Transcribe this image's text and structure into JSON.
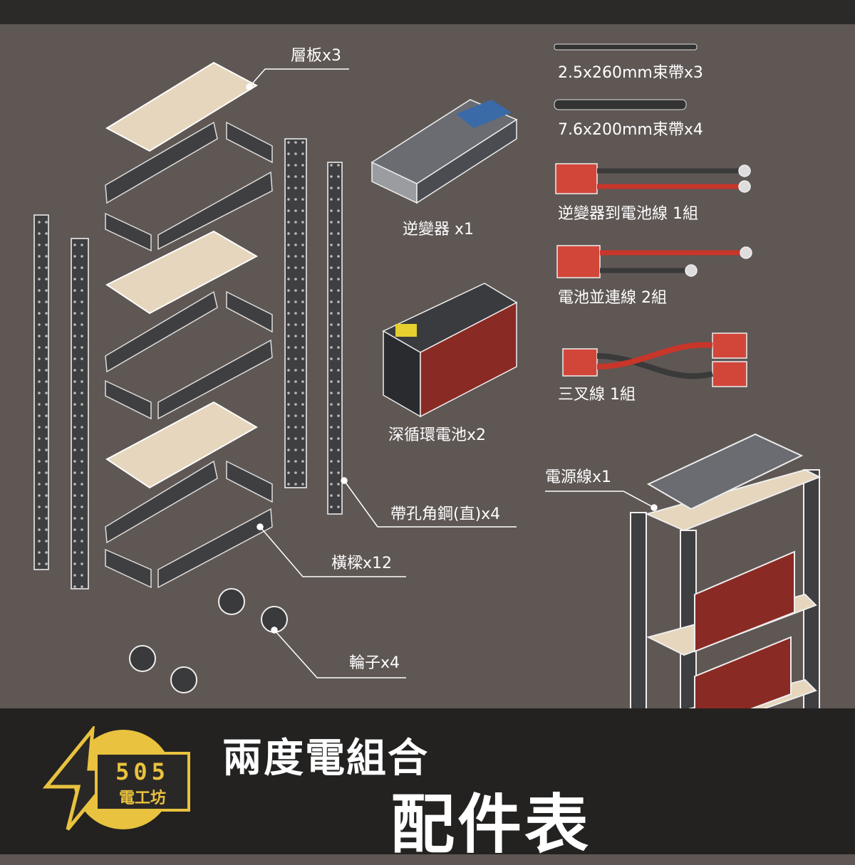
{
  "parts": {
    "shelf": "層板x3",
    "inverter": "逆變器 x1",
    "battery": "深循環電池x2",
    "angle_steel": "帶孔角鋼(直)x4",
    "beam": "橫樑x12",
    "wheel": "輪子x4",
    "power_cord": "電源線x1",
    "tie_small": "2.5x260mm束帶x3",
    "tie_large": "7.6x200mm束帶x4",
    "inverter_cable": "逆變器到電池線 1組",
    "parallel_cable": "電池並連線 2組",
    "y_cable": "三叉線 1組"
  },
  "title": {
    "line1": "兩度電組合",
    "line2": "配件表"
  },
  "logo": {
    "number": "505",
    "name": "電工坊"
  },
  "colors": {
    "background": "#5e5754",
    "footer": "#232221",
    "logo_yellow": "#e9c23f",
    "connector_red": "#d2463a",
    "shelf_beige": "#e6d6bd",
    "steel": "#3f3f42"
  }
}
